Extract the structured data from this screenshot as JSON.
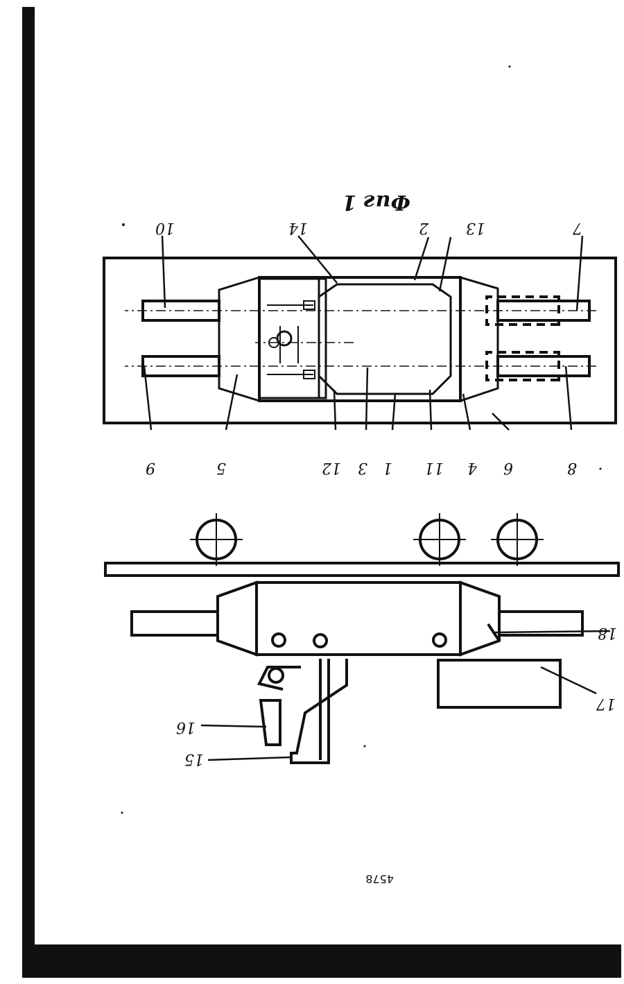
{
  "figure": {
    "caption": "Фиг 1",
    "page_number": "4578",
    "top_view_labels": [
      "1",
      "2",
      "3",
      "4",
      "5",
      "6",
      "7",
      "8",
      "9",
      "10",
      "11",
      "12",
      "13",
      "14"
    ],
    "side_view_labels": [
      "15",
      "16",
      "17",
      "18"
    ]
  }
}
